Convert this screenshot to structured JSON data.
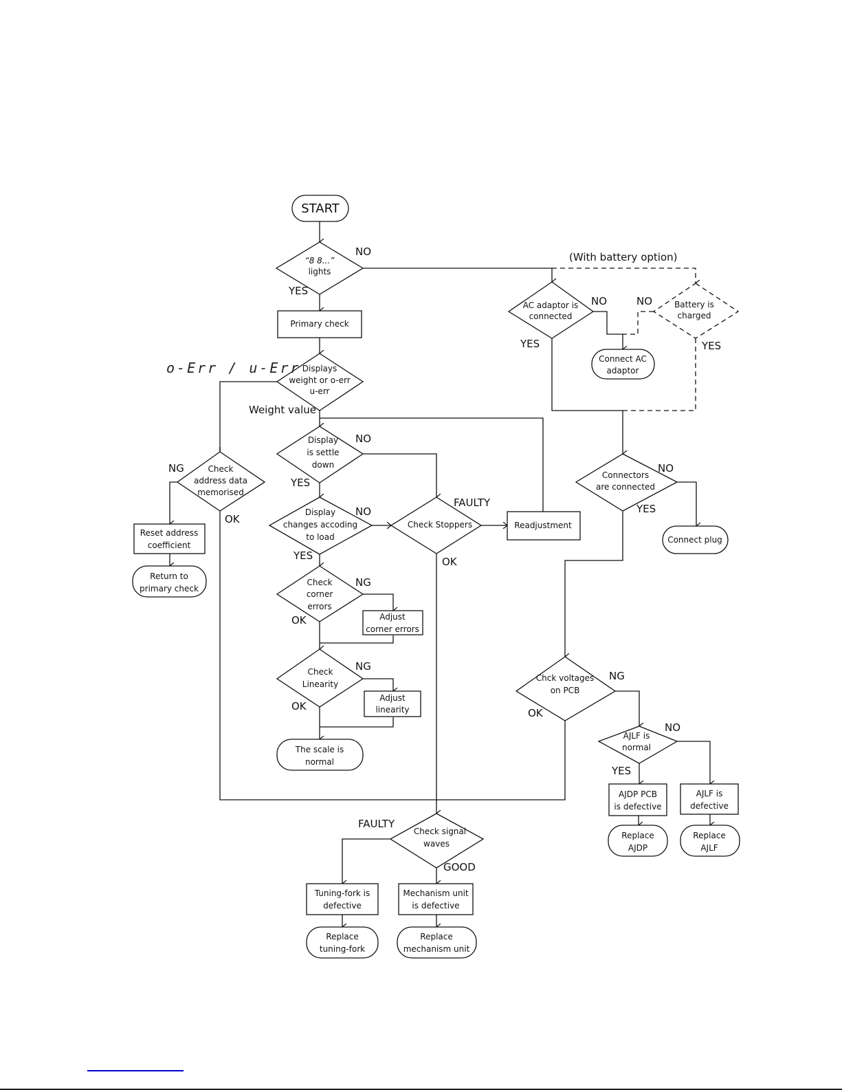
{
  "diagram": {
    "title": "Troubleshooting flowchart",
    "nodes": {
      "start": "START",
      "lights": [
        "“8 8...”",
        "lights"
      ],
      "primary_check": "Primary check",
      "displays_weight": [
        "Displays",
        "weight or o-err",
        "u-err"
      ],
      "ac_adaptor": [
        "AC adaptor is",
        "connected"
      ],
      "battery": [
        "Battery is",
        "charged"
      ],
      "connect_ac": [
        "Connect AC",
        "adaptor"
      ],
      "check_address": [
        "Check",
        "address data",
        "memorised"
      ],
      "reset_address": [
        "Reset address",
        "coefficient"
      ],
      "return_primary": [
        "Return to",
        "primary check"
      ],
      "display_settle": [
        "Display",
        "is settle",
        "down"
      ],
      "display_changes": [
        "Display",
        "changes accoding",
        "to load"
      ],
      "check_stoppers": "Check Stoppers",
      "readjustment": "Readjustment",
      "check_corner": [
        "Check",
        "corner",
        "errors"
      ],
      "adjust_corner": [
        "Adjust",
        "corner errors"
      ],
      "check_linearity": [
        "Check",
        "Linearity"
      ],
      "adjust_linearity": [
        "Adjust",
        "linearity"
      ],
      "scale_normal": [
        "The scale is",
        "normal"
      ],
      "connectors": [
        "Connectors",
        "are connected"
      ],
      "connect_plug": "Connect plug",
      "check_voltages": [
        "Chck voltages",
        "on PCB"
      ],
      "ajlf_normal": [
        "AJLF is",
        "normal"
      ],
      "ajdp_defective": [
        "AJDP PCB",
        "is defective"
      ],
      "ajlf_defective": [
        "AJLF is",
        "defective"
      ],
      "replace_ajdp": [
        "Replace",
        "AJDP"
      ],
      "replace_ajlf": [
        "Replace",
        "AJLF"
      ],
      "check_signal": [
        "Check signal",
        "waves"
      ],
      "tuning_fork_defective": [
        "Tuning-fork is",
        "defective"
      ],
      "mechanism_defective": [
        "Mechanism unit",
        "is defective"
      ],
      "replace_tuning_fork": [
        "Replace",
        "tuning-fork"
      ],
      "replace_mechanism": [
        "Replace",
        "mechanism unit"
      ]
    },
    "labels": {
      "no_lights": "NO",
      "yes_lights": "YES",
      "battery_option": "(With battery option)",
      "no_ac": "NO",
      "yes_ac": "YES",
      "no_battery": "NO",
      "yes_battery": "YES",
      "err_display": "o-Err / u-Err",
      "weight_value": "Weight value",
      "ng_address": "NG",
      "ok_address": "OK",
      "no_settle": "NO",
      "yes_settle": "YES",
      "no_changes": "NO",
      "yes_changes": "YES",
      "faulty_stoppers": "FAULTY",
      "ok_stoppers": "OK",
      "ng_corner": "NG",
      "ok_corner": "OK",
      "ng_linearity": "NG",
      "ok_linearity": "OK",
      "no_connectors": "NO",
      "yes_connectors": "YES",
      "ng_voltages": "NG",
      "ok_voltages": "OK",
      "no_ajlf": "NO",
      "yes_ajlf": "YES",
      "faulty_signal": "FAULTY",
      "good_signal": "GOOD"
    }
  }
}
